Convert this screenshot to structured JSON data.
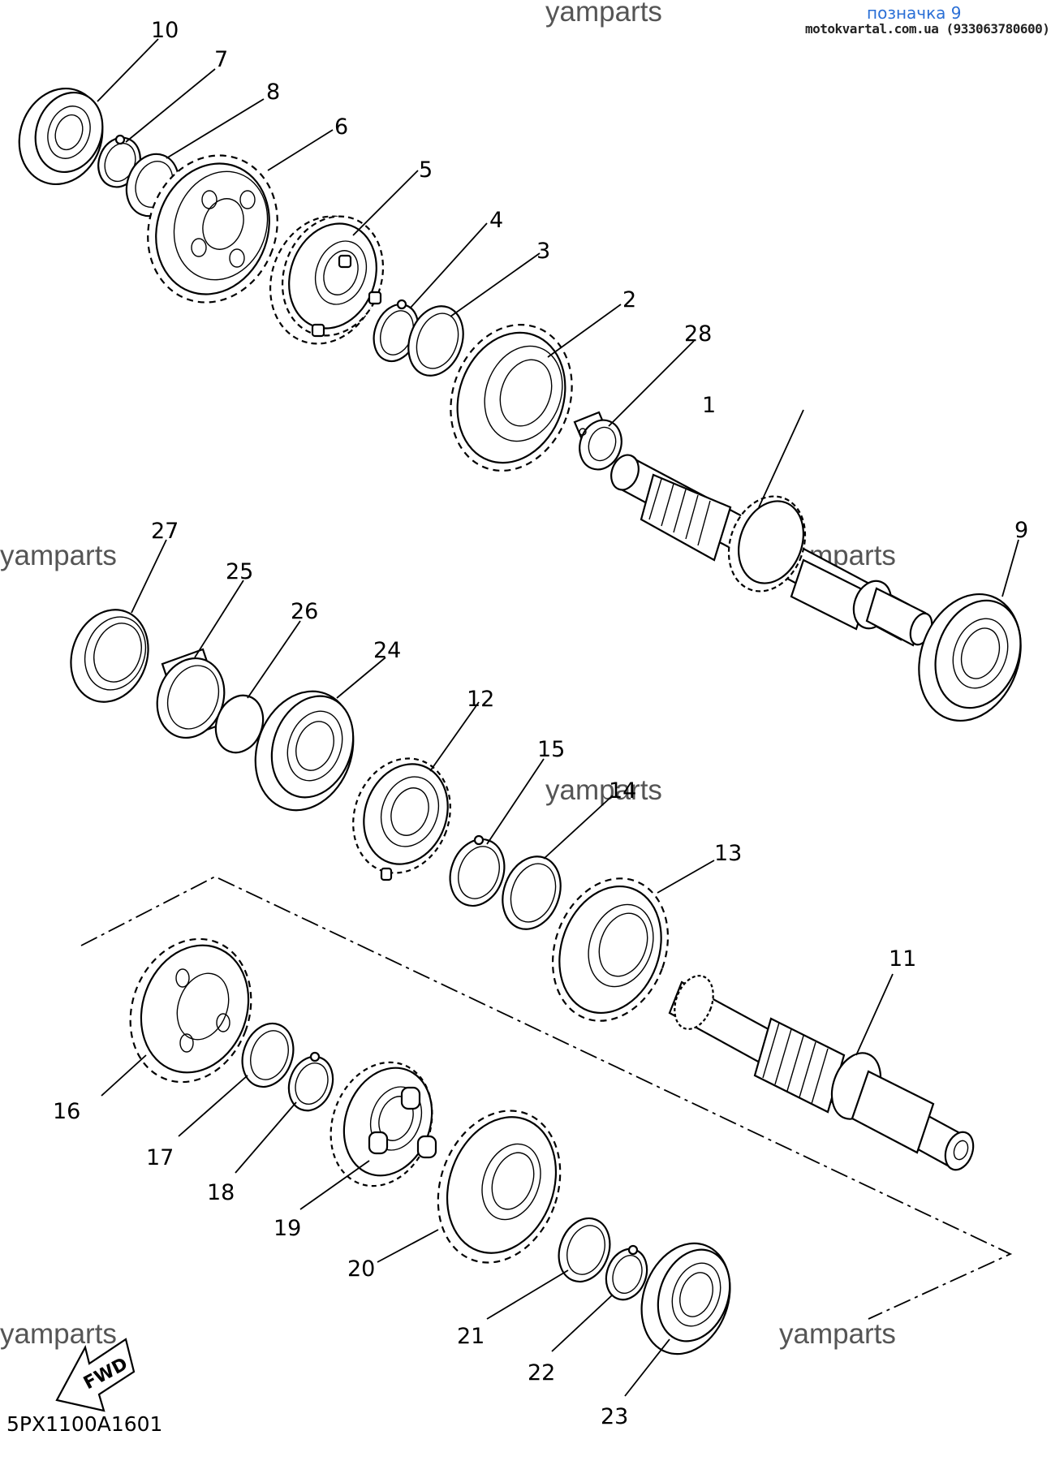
{
  "header": {
    "watermark_top": "yamparts",
    "tag": "позначка 9",
    "shop": "motokvartal.com.ua (933063780600)"
  },
  "watermarks": [
    "yamparts",
    "yamparts",
    "yamparts",
    "yamparts",
    "yamparts"
  ],
  "callouts": [
    "1",
    "2",
    "3",
    "4",
    "5",
    "6",
    "7",
    "8",
    "9",
    "10",
    "11",
    "12",
    "13",
    "14",
    "15",
    "16",
    "17",
    "18",
    "19",
    "20",
    "21",
    "22",
    "23",
    "24",
    "25",
    "26",
    "27",
    "28"
  ],
  "fwd_label": "FWD",
  "catalog_code": "5PX1100A1601"
}
